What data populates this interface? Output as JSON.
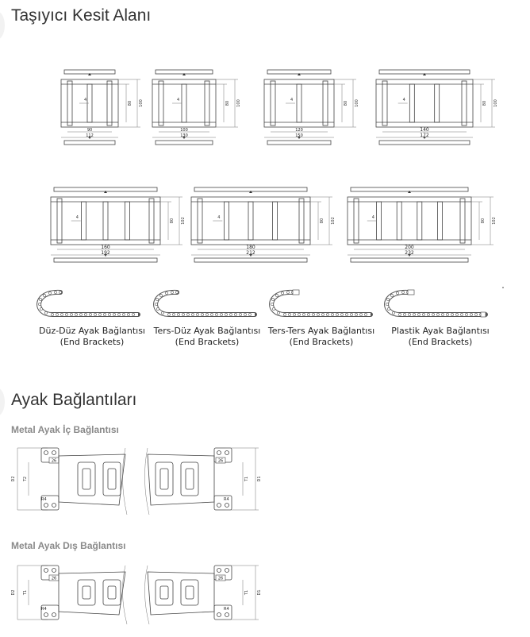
{
  "section1": {
    "title": "Taşıyıcı Kesit Alanı"
  },
  "cross_sections": [
    {
      "inner_width": "90",
      "outer_width": "112",
      "inner_height": "80",
      "outer_height": "100",
      "pitch": "4"
    },
    {
      "inner_width": "100",
      "outer_width": "130",
      "inner_height": "80",
      "outer_height": "100",
      "pitch": "4"
    },
    {
      "inner_width": "120",
      "outer_width": "150",
      "inner_height": "80",
      "outer_height": "100",
      "pitch": "4"
    },
    {
      "inner_width": "140",
      "outer_width": "172",
      "inner_height": "80",
      "outer_height": "100",
      "pitch": "4"
    },
    {
      "inner_width": "160",
      "outer_width": "192",
      "inner_height": "80",
      "outer_height": "102",
      "pitch": "4"
    },
    {
      "inner_width": "180",
      "outer_width": "212",
      "inner_height": "80",
      "outer_height": "102",
      "pitch": "4"
    },
    {
      "inner_width": "200",
      "outer_width": "232",
      "inner_height": "80",
      "outer_height": "102",
      "pitch": "4"
    }
  ],
  "end_brackets": [
    {
      "name": "Düz-Düz Ayak Bağlantısı",
      "sub": "(End Brackets)"
    },
    {
      "name": "Ters-Düz Ayak Bağlantısı",
      "sub": "(End Brackets)"
    },
    {
      "name": "Ters-Ters Ayak Bağlantısı",
      "sub": "(End Brackets)"
    },
    {
      "name": "Plastik Ayak Bağlantısı",
      "sub": "(End Brackets)"
    }
  ],
  "section2": {
    "title": "Ayak Bağlantıları"
  },
  "inner_connection": {
    "title": "Metal Ayak İç Bağlantısı",
    "labels": {
      "hole": "26",
      "radius": "R4",
      "d2": "D2",
      "t2": "T2",
      "t1": "T1",
      "d1": "D1"
    }
  },
  "outer_connection": {
    "title": "Metal Ayak Dış Bağlantısı",
    "labels": {
      "hole": "26",
      "radius": "R4",
      "d2": "D2",
      "t2": "T1",
      "t1": "T1",
      "d1": "D1"
    }
  }
}
